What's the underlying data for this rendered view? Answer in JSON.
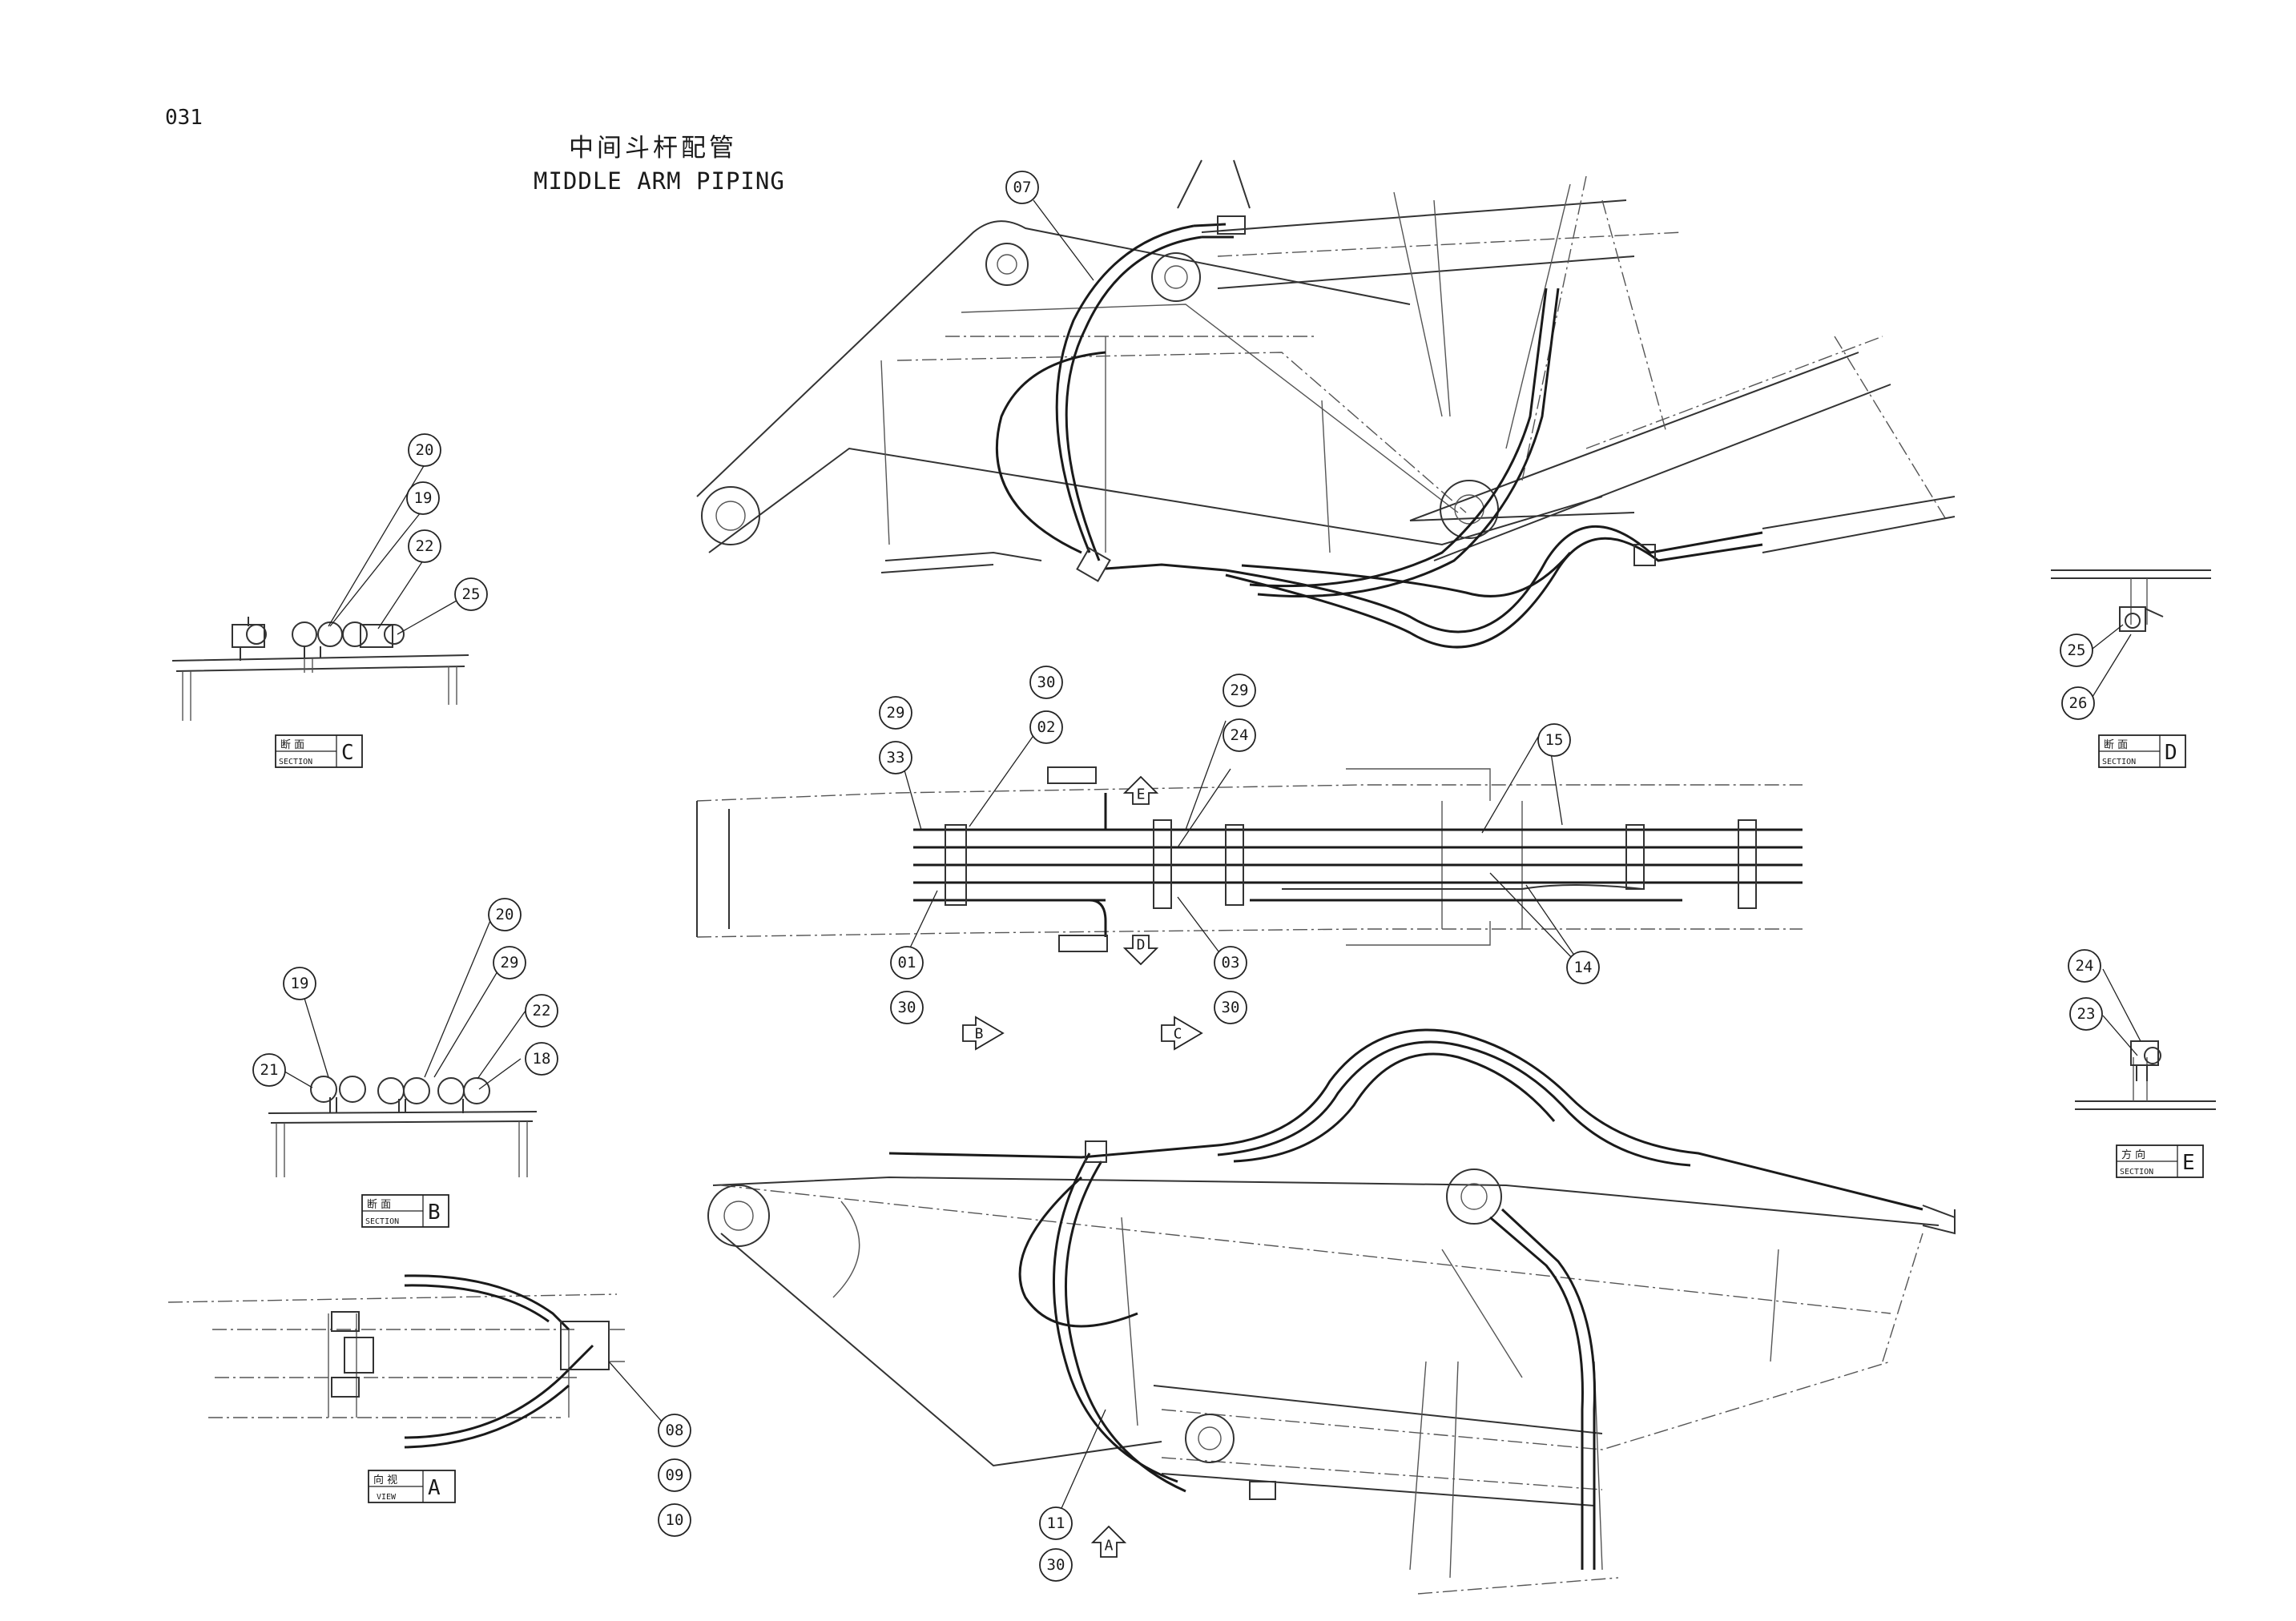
{
  "page_number": "031",
  "title": {
    "cn": "中间斗杆配管",
    "en": "MIDDLE ARM PIPING"
  },
  "callouts": [
    "07",
    "20",
    "19",
    "22",
    "25",
    "25",
    "26",
    "29",
    "33",
    "30",
    "02",
    "29",
    "24",
    "15",
    "14",
    "03",
    "30",
    "01",
    "30",
    "20",
    "29",
    "19",
    "22",
    "21",
    "18",
    "24",
    "23",
    "08",
    "09",
    "10",
    "11",
    "30"
  ],
  "section_boxes": {
    "c": {
      "cn": "断 面",
      "en": "SECTION",
      "letter": "C"
    },
    "d": {
      "cn": "断 面",
      "en": "SECTION",
      "letter": "D"
    },
    "b": {
      "cn": "断 面",
      "en": "SECTION",
      "letter": "B"
    },
    "e": {
      "cn": "方 向",
      "en": "SECTION",
      "letter": "E"
    },
    "a": {
      "cn": "向 视",
      "en": "VIEW",
      "letter": "A"
    }
  },
  "view_arrows": [
    "E",
    "D",
    "B",
    "C",
    "A"
  ],
  "colors": {
    "ink": "#1a1a1a",
    "background": "#ffffff"
  }
}
